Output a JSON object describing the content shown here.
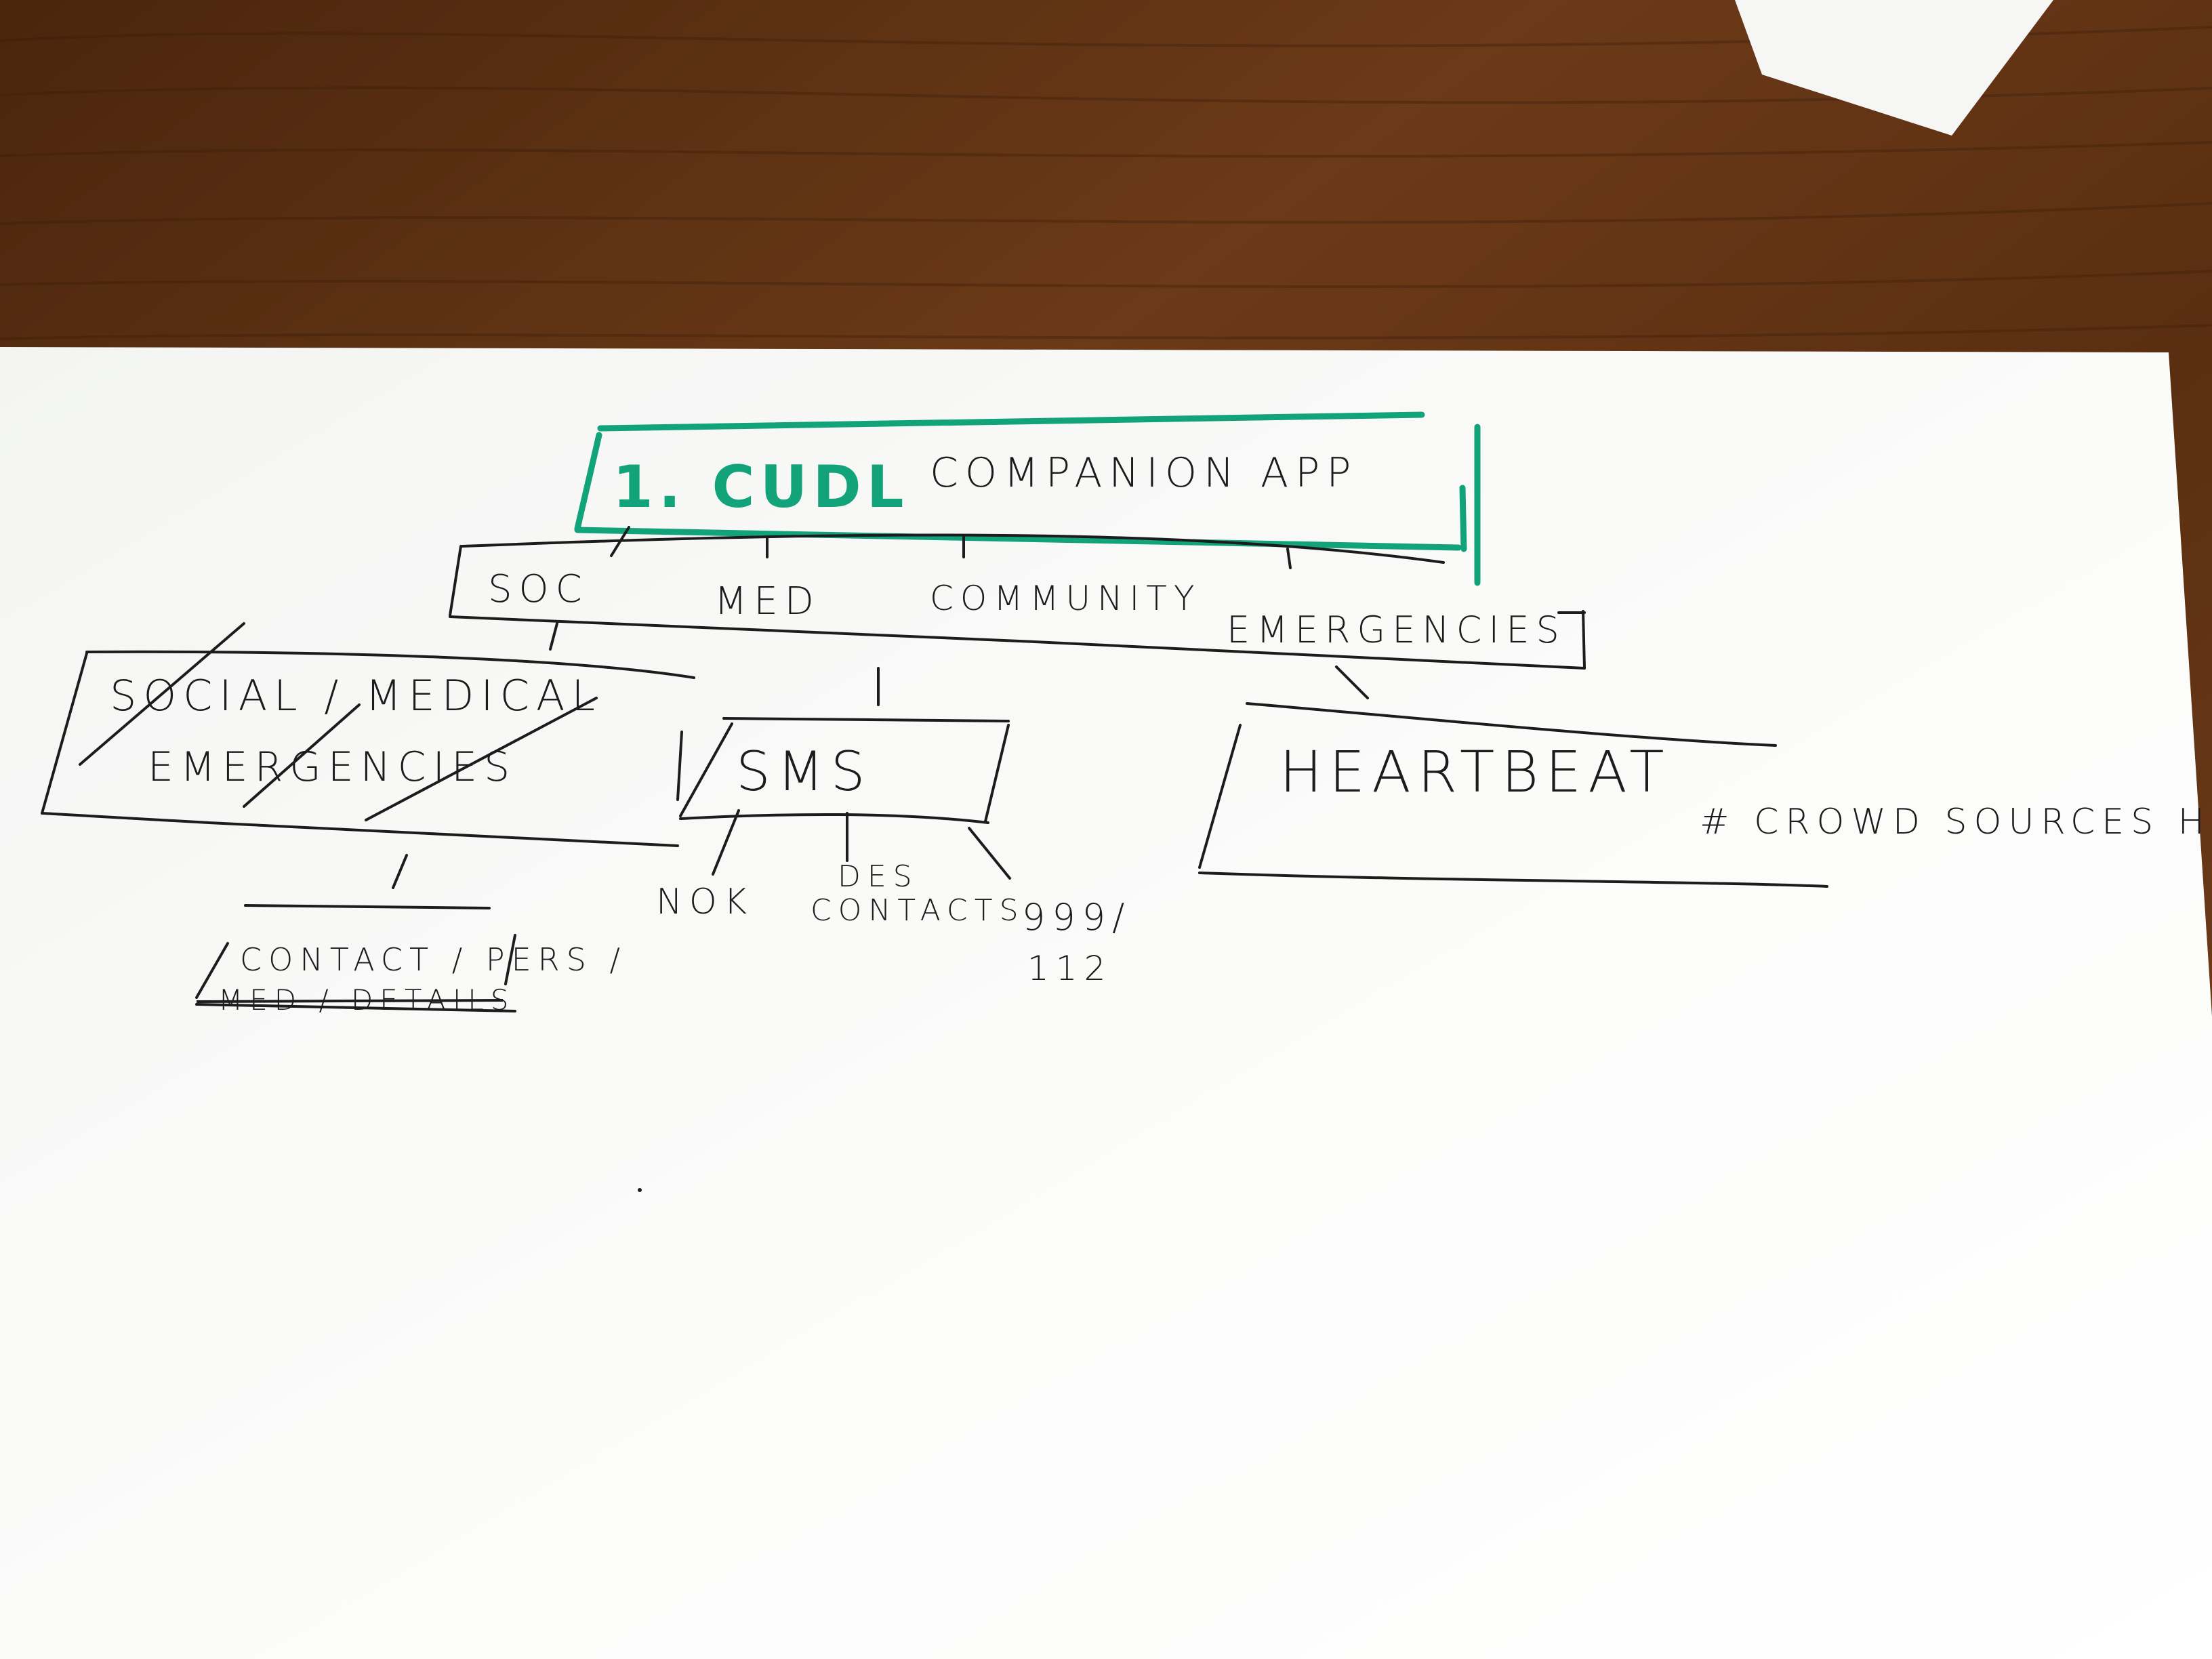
{
  "sketch": {
    "title_number": "1. CUDL",
    "title_text": "COMPANION APP",
    "categories": [
      "SOC",
      "MED",
      "COMMUNITY",
      "EMERGENCIES"
    ],
    "social_box": {
      "line1": "SOCIAL / MEDICAL",
      "line2": "EMERGENCIES"
    },
    "contact_box": {
      "line1": "CONTACT / PERS /",
      "line2": "MED / DETAILS"
    },
    "sms_box": {
      "label": "SMS",
      "children": [
        "NOK",
        "DES",
        "CONTACTS",
        "999/",
        "112"
      ]
    },
    "heartbeat_box": {
      "label": "HEARTBEAT",
      "side_note": "# CROWD SOURCES HELP"
    }
  },
  "colors": {
    "marker_green": "#12a37a",
    "pen_black": "#1c1c1c",
    "paper": "#fbfbfa",
    "desk": "#5a2f12"
  }
}
